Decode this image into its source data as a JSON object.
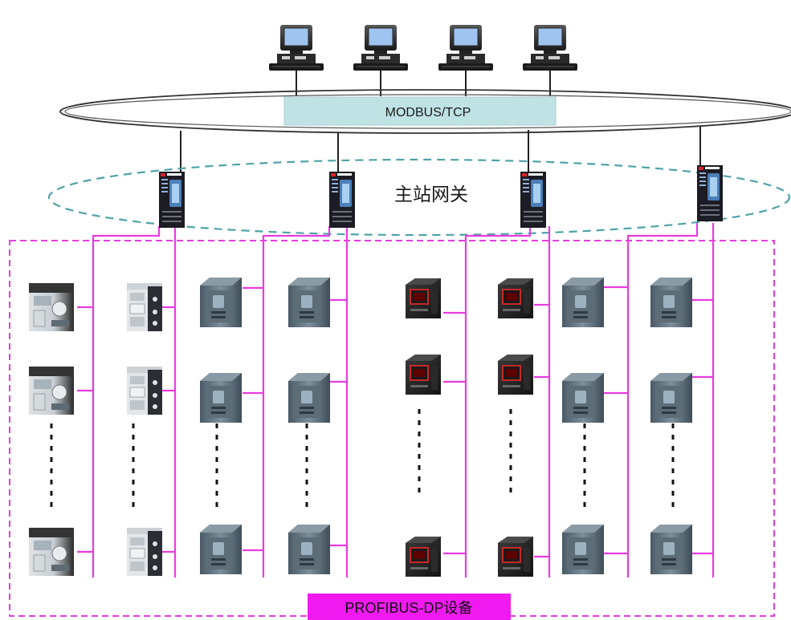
{
  "labels": {
    "network": "MODBUS/TCP",
    "gateway_zone": "主站网关",
    "device_zone": "PROFIBUS-DP设备"
  },
  "colors": {
    "bus_ring": "#333333",
    "network_box_fill": "#bfe2e4",
    "gateway_ellipse": "#4fa3a8",
    "fieldbus": "#e83ce0",
    "device_box": "#e83ce0",
    "label_fill": "#f01af0"
  },
  "workstations": [
    {
      "icon": "computer-icon"
    },
    {
      "icon": "computer-icon"
    },
    {
      "icon": "computer-icon"
    },
    {
      "icon": "computer-icon"
    }
  ],
  "gateways": [
    {
      "icon": "gateway-icon"
    },
    {
      "icon": "gateway-icon"
    },
    {
      "icon": "gateway-icon"
    },
    {
      "icon": "gateway-icon"
    }
  ],
  "device_columns": [
    {
      "type": "relay-module",
      "icon": "relay-module-icon",
      "rows": 3
    },
    {
      "type": "io-module",
      "icon": "io-module-icon",
      "rows": 3
    },
    {
      "type": "drive",
      "icon": "drive-icon",
      "rows": 3
    },
    {
      "type": "drive",
      "icon": "drive-icon",
      "rows": 3
    },
    {
      "type": "meter",
      "icon": "meter-icon",
      "rows": 3
    },
    {
      "type": "meter",
      "icon": "meter-icon",
      "rows": 3
    },
    {
      "type": "drive",
      "icon": "drive-icon",
      "rows": 3
    },
    {
      "type": "drive",
      "icon": "drive-icon",
      "rows": 3
    }
  ]
}
